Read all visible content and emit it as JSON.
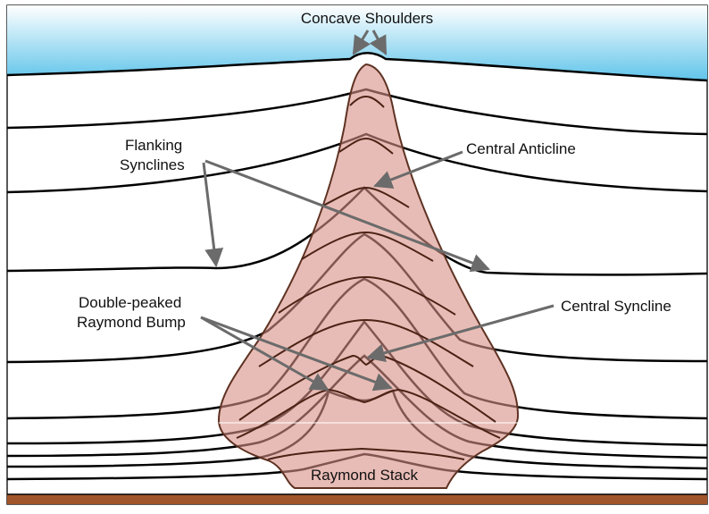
{
  "labels": {
    "concave_shoulders": "Concave Shoulders",
    "flanking_synclines_line1": "Flanking",
    "flanking_synclines_line2": "Synclines",
    "central_anticline": "Central Anticline",
    "central_syncline": "Central Syncline",
    "raymond_bump_line1": "Double-peaked",
    "raymond_bump_line2": "Raymond Bump",
    "raymond_stack": "Raymond Stack"
  },
  "colors": {
    "sky_top": "#ffffff",
    "sky_bottom": "#5fc4ea",
    "stack_fill": "#d98f86",
    "stack_outline": "#5e3222",
    "layer_line": "#000000",
    "inner_layer_line": "#4a2315",
    "bedrock": "#a0552a",
    "arrow": "#6b6b6b"
  }
}
